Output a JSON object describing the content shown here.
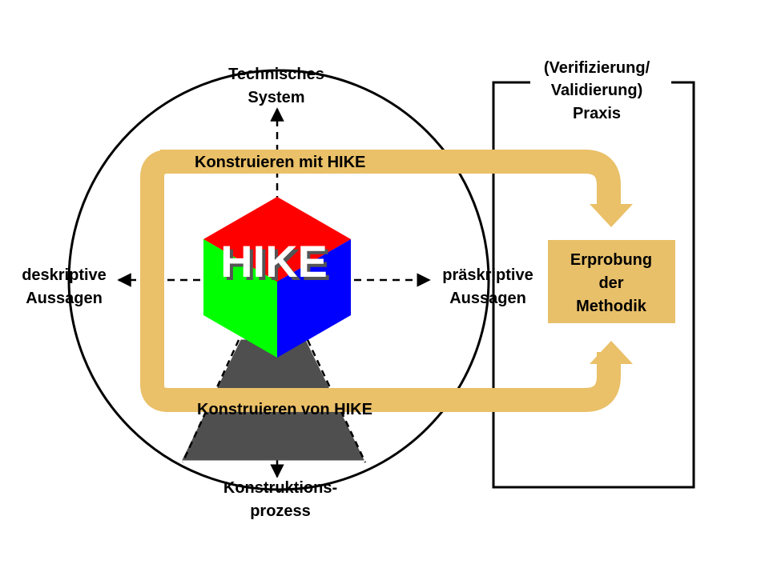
{
  "labels": {
    "top_line1": "Technisches",
    "top_line2": "System",
    "left_line1": "deskriptive",
    "left_line2": "Aussagen",
    "right_line1": "präskriptive",
    "right_line2": "Aussagen",
    "bottom_line1": "Konstruktions-",
    "bottom_line2": "prozess",
    "praxis_line1": "(Verifizierung/",
    "praxis_line2": "Validierung)",
    "praxis_line3": "Praxis",
    "flow_top": "Konstruieren mit HIKE",
    "flow_bottom": "Konstruieren von HIKE",
    "box_line1": "Erprobung",
    "box_line2": "der",
    "box_line3": "Methodik",
    "cube_text": "HIKE"
  },
  "colors": {
    "arrow": "#EAC068",
    "box": "#E8C06A",
    "cube_top": "#FF0000",
    "cube_left": "#00FF00",
    "cube_right": "#0000FF",
    "triangle": "#4F4F4F"
  }
}
